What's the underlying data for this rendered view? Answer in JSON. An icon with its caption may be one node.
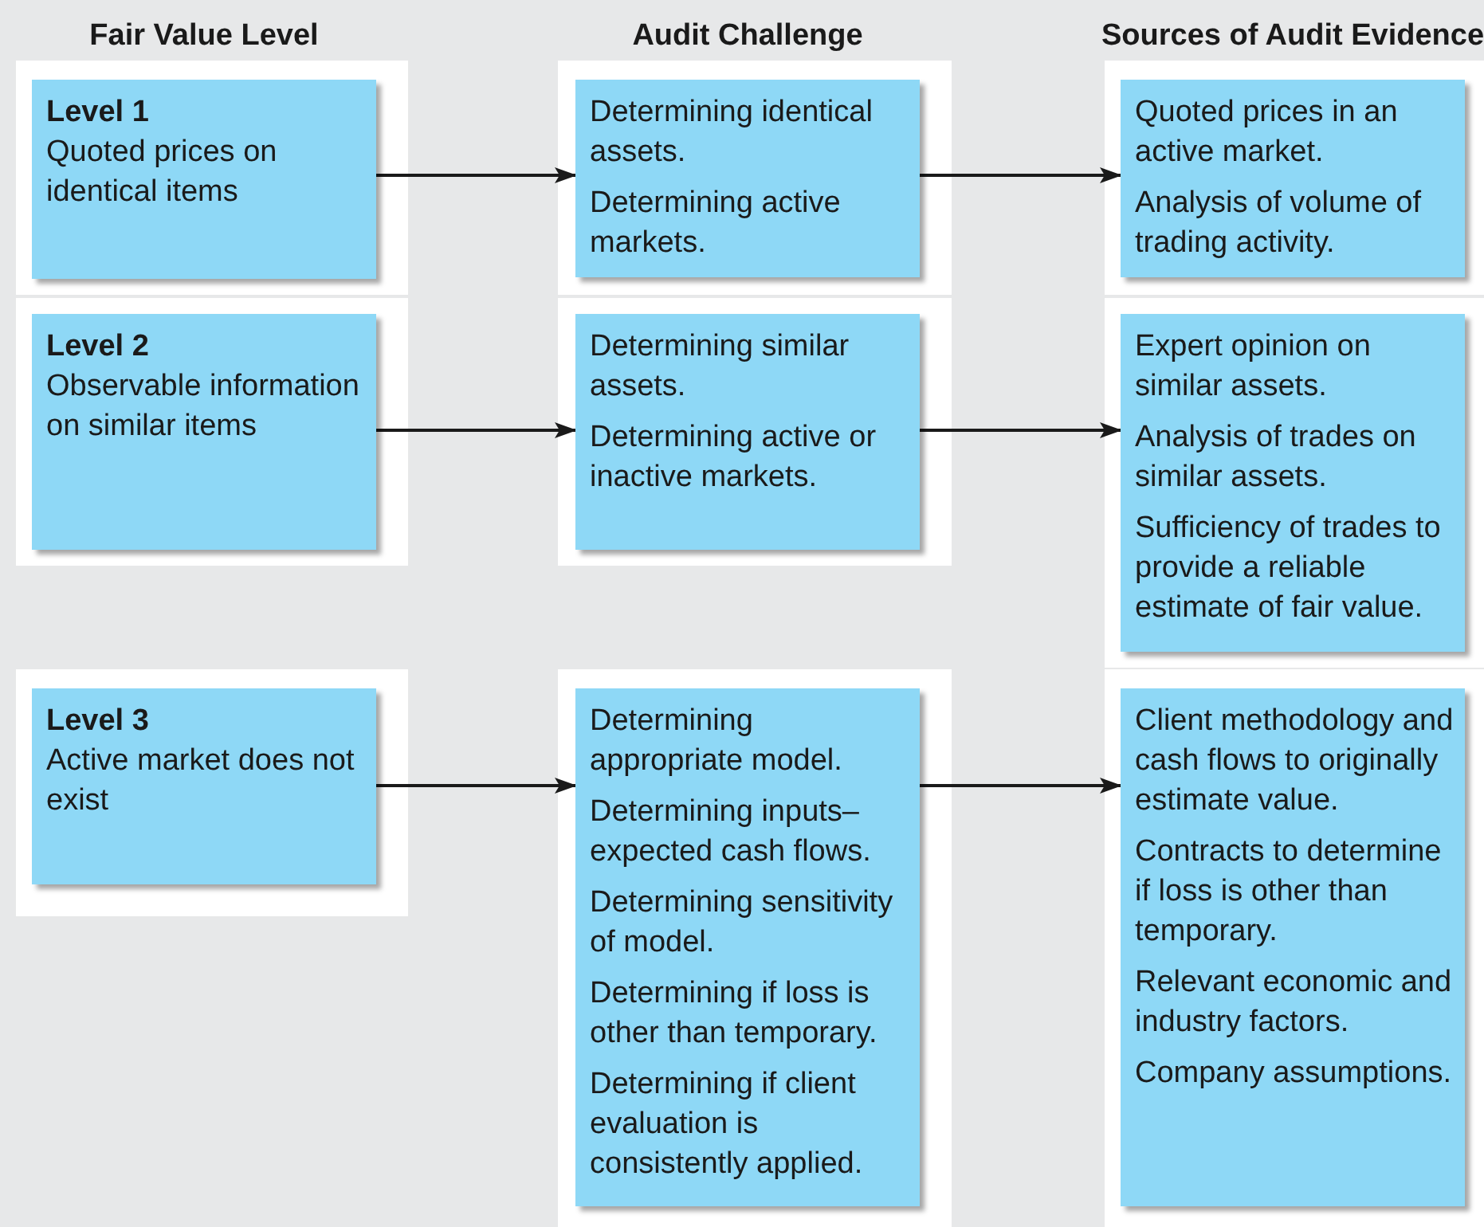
{
  "diagram": {
    "nodes": [
      {
        "text": [
          "Level 1",
          "Quoted prices on identical items"
        ]
      },
      {
        "text": [
          "Determining identical assets.",
          "Determining active markets."
        ]
      },
      {
        "text": [
          "Quoted prices in an active market.",
          "Analysis of volume of trading activity."
        ]
      },
      {
        "text": [
          "Level 2",
          "Observable information on similar items"
        ]
      },
      {
        "text": [
          "Determining similar assets.",
          "Determining active or inactive markets."
        ]
      },
      {
        "text": [
          "Expert opinion on similar assets.",
          "Analysis of trades on similar assets.",
          "Sufficiency of trades to provide a reliable estimate of fair value."
        ]
      },
      {
        "text": [
          "Level 3",
          "Active market does not exist"
        ]
      },
      {
        "text": [
          "Determining appropriate model.",
          "Determining inputs–expected cash flows.",
          "Determining sensitivity of model.",
          "Determining if loss is other than temporary.",
          "Determining if client evaluation is consistently applied."
        ]
      },
      {
        "text": [
          "Client methodology and cash flows to originally estimate value.",
          "Contracts to determine if loss is other than temporary.",
          "Relevant economic and industry factors.",
          "Company assumptions."
        ]
      }
    ],
    "edges": [
      {
        "from": 0,
        "to": 1,
        "arrow": "to"
      },
      {
        "from": 1,
        "to": 2,
        "arrow": "to"
      },
      {
        "from": 3,
        "to": 4,
        "arrow": "to"
      },
      {
        "from": 4,
        "to": 5,
        "arrow": "to"
      },
      {
        "from": 6,
        "to": 7,
        "arrow": "to"
      },
      {
        "from": 7,
        "to": 8,
        "arrow": "to"
      }
    ],
    "labels": [
      "Fair Value Level",
      "Audit Challenge",
      "Sources of Audit Evidence"
    ]
  }
}
